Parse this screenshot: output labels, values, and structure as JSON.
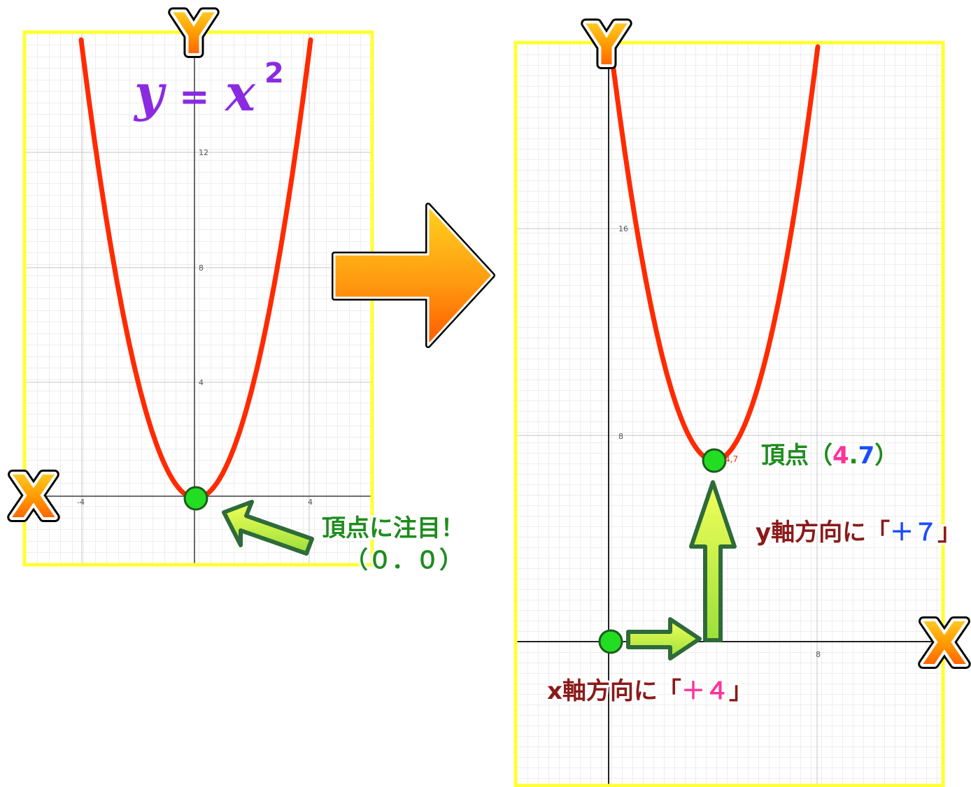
{
  "left_graph": {
    "equation": {
      "y": "y",
      "equals": "=",
      "x": "x",
      "exponent": "2"
    },
    "tick_labels": [
      "12",
      "8",
      "4",
      "-4",
      "4"
    ],
    "axis_badges": {
      "y": "Y",
      "x": "X"
    },
    "vertex": {
      "x": 0,
      "y": 0
    },
    "callout_line1": "頂点に注目！",
    "callout_line2": "（０．０）"
  },
  "right_graph": {
    "tick_labels": [
      "16",
      "8",
      "8"
    ],
    "axis_badges": {
      "y": "Y",
      "x": "X"
    },
    "vertex": {
      "x": 4,
      "y": 7
    },
    "vertex_small_label": "4,7",
    "vertex_label": {
      "prefix": "頂点（",
      "x": "4",
      "dot": ".",
      "y": "7",
      "suffix": "）"
    },
    "y_shift": {
      "prefix": "y軸方向に「",
      "value": "＋７",
      "suffix": "」"
    },
    "x_shift": {
      "prefix": "x軸方向に「",
      "value": "＋４",
      "suffix": "」"
    }
  },
  "colors": {
    "curve": "#ff2a00",
    "frame": "#ffff33",
    "vertex_dot": "#22dd22",
    "equation": "#8a2be2",
    "label_green": "#1e8c1e",
    "label_darkred": "#8b1a1a",
    "pink": "#ff3399",
    "blue": "#1a4dff"
  },
  "icons": [
    "y-axis-badge-icon",
    "x-axis-badge-icon",
    "right-arrow-icon",
    "pointer-arrow-icon"
  ]
}
